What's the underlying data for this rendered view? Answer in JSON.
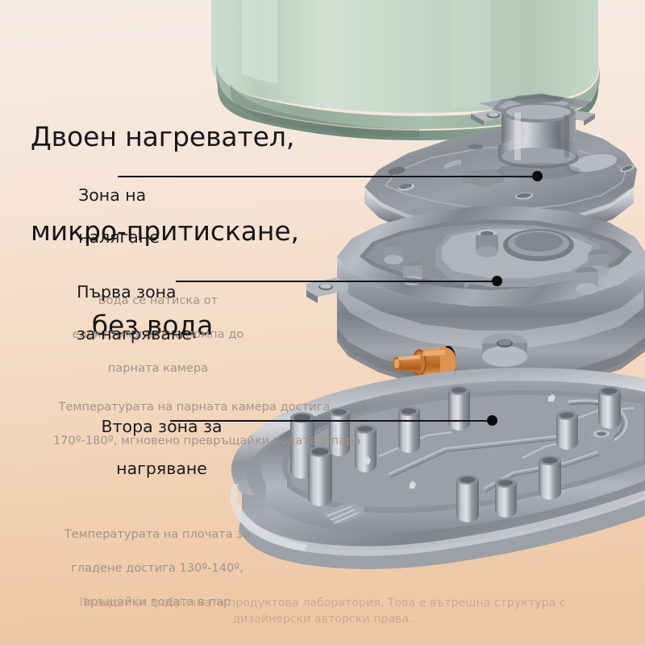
{
  "page": {
    "language": "bg",
    "background": {
      "top_color": "#f7ece4",
      "bottom_color": "#edc6a3"
    }
  },
  "title": {
    "line1": "Двоен нагревател,",
    "line2": "микро-притискане,",
    "line3": "без вода"
  },
  "callouts": [
    {
      "id": "pressure-zone",
      "heading_line1": "Зона на",
      "heading_line2": "налягане",
      "body_line1": "Вода се натиска от",
      "body_line2": "електромагнитна помпа до",
      "body_line3": "парната камера"
    },
    {
      "id": "first-heating-zone",
      "heading_line1": "Първа зона",
      "heading_line2": "за нагряване",
      "body_line1": "Температурата на парната камера достига",
      "body_line2": "170º-180º, мгновено превръщайки водата в пара"
    },
    {
      "id": "second-heating-zone",
      "heading_line1": "Втора зона за",
      "heading_line2": "нагряване",
      "body_line1": "Температурата на плочата за",
      "body_line2": "гладене достига 130º-140º,",
      "body_line3": "връщайки водата в пар"
    }
  ],
  "footer": {
    "line1": "Пазарът от фабричната продуктова лаборатория. Това е вътрешна структура с",
    "line2": "дизайнерски авторски права."
  },
  "artwork": {
    "description": "exploded-view 3d render of a steam iron internal assembly",
    "parts": [
      {
        "name": "green-housing-shell",
        "color": "#bcd2c2"
      },
      {
        "name": "upper-mounting-plate",
        "color": "#9a9ea6"
      },
      {
        "name": "pressure-valve-cylinder",
        "color": "#aeb2ba"
      },
      {
        "name": "steam-chamber-housing",
        "color": "#9da1a9"
      },
      {
        "name": "copper-inlet-fitting",
        "color": "#c97b3c"
      },
      {
        "name": "soleplate",
        "color": "#a8acb4"
      }
    ]
  }
}
